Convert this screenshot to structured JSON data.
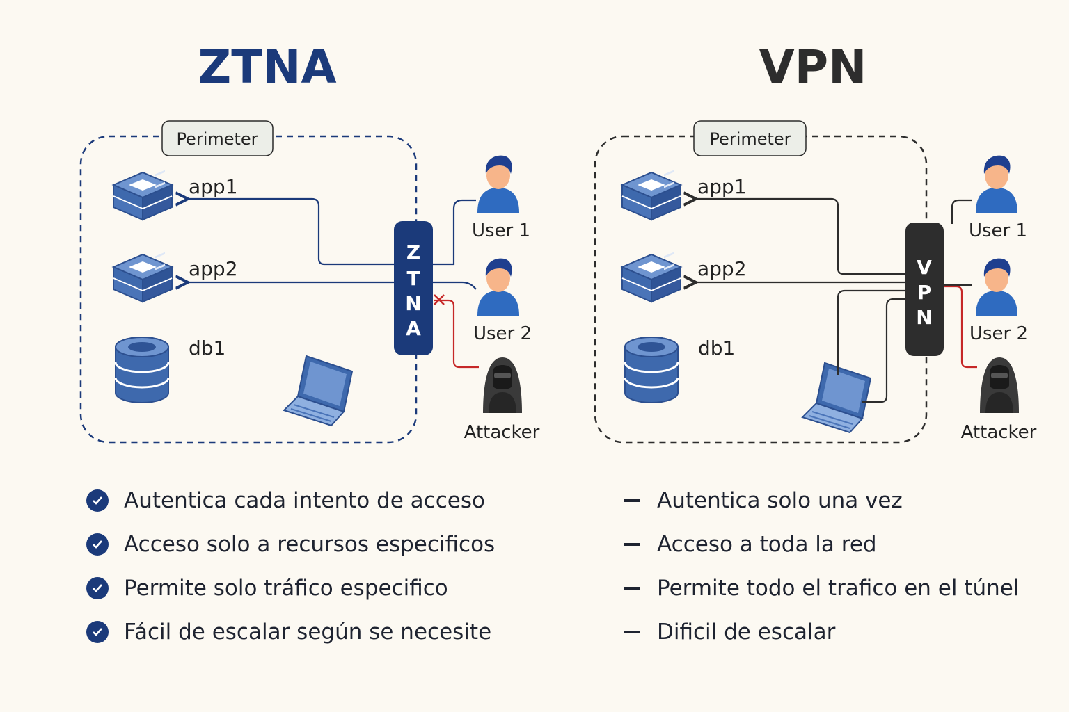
{
  "ztna": {
    "title": "ZTNA",
    "perimeter_label": "Perimeter",
    "gateway_letters": [
      "Z",
      "T",
      "N",
      "A"
    ],
    "resources": [
      "app1",
      "app2",
      "db1"
    ],
    "users": [
      "User 1",
      "User 2"
    ],
    "attacker": "Attacker",
    "features": [
      "Autentica cada intento de acceso",
      "Acceso solo a recursos especificos",
      "Permite solo tráfico especifico",
      "Fácil de escalar según se necesite"
    ]
  },
  "vpn": {
    "title": "VPN",
    "perimeter_label": "Perimeter",
    "gateway_letters": [
      "V",
      "P",
      "N"
    ],
    "resources": [
      "app1",
      "app2",
      "db1"
    ],
    "users": [
      "User 1",
      "User 2"
    ],
    "attacker": "Attacker",
    "features": [
      "Autentica solo una vez",
      "Acceso a toda la red",
      "Permite todo el trafico en el túnel",
      "Dificil de escalar"
    ]
  },
  "colors": {
    "ztna_accent": "#1b3a7a",
    "vpn_accent": "#2d2d2d",
    "attacker_line": "#c62828",
    "server_blue": "#4a74b8",
    "background": "#fcf9f2"
  }
}
